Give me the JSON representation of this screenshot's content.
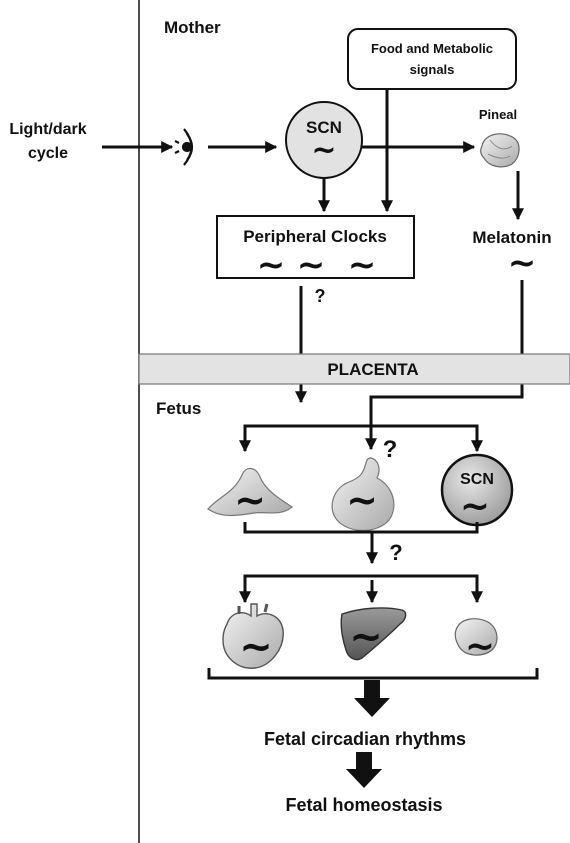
{
  "maternal": {
    "section_label": "Mother",
    "input_label_line1": "Light/dark",
    "input_label_line2": "cycle",
    "scn_label": "SCN",
    "food_box_line1": "Food and Metabolic",
    "food_box_line2": "signals",
    "pineal_label": "Pineal",
    "peripheral_clocks_label": "Peripheral Clocks",
    "melatonin_label": "Melatonin",
    "question_mark": "?"
  },
  "placenta": {
    "band_label": "PLACENTA"
  },
  "fetal": {
    "section_label": "Fetus",
    "scn_label": "SCN",
    "question_mark_upper": "?",
    "question_mark_lower": "?",
    "rhythms_label": "Fetal circadian rhythms",
    "homeostasis_label": "Fetal homeostasis"
  },
  "symbols": {
    "oscillation": "~"
  },
  "icons": {
    "eye": "eye-icon",
    "pineal": "pineal-gland-icon",
    "fetal_pituitary": "pituitary-gland-icon",
    "fetal_adrenal": "adrenal-gland-icon",
    "fetal_heart": "heart-icon",
    "fetal_liver": "liver-icon",
    "fetal_pancreas": "pancreas-icon"
  },
  "colors": {
    "scn_circle": "#e2e2e2",
    "placenta_band": "#e3e3e3",
    "line": "#111111"
  }
}
